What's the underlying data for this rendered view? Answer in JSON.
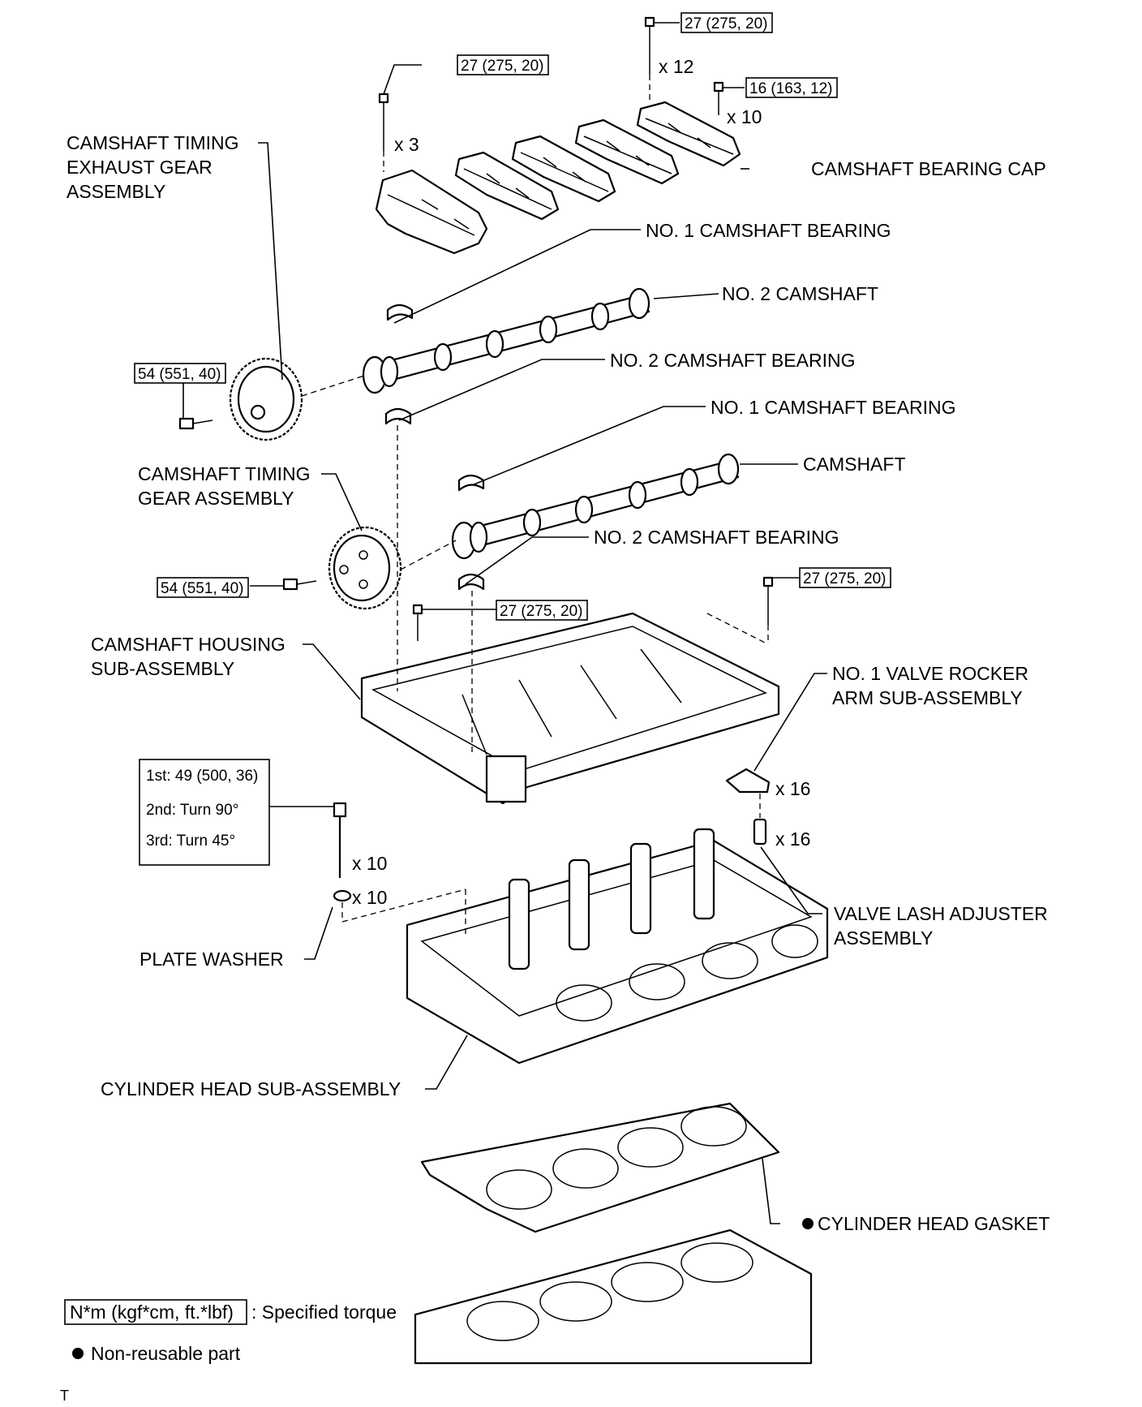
{
  "labels": {
    "camshaft_timing_exhaust_gear": [
      "CAMSHAFT TIMING",
      "EXHAUST GEAR",
      "ASSEMBLY"
    ],
    "camshaft_bearing_cap": "CAMSHAFT BEARING CAP",
    "no1_camshaft_bearing_a": "NO. 1 CAMSHAFT BEARING",
    "no2_camshaft": "NO. 2 CAMSHAFT",
    "no2_camshaft_bearing_a": "NO. 2 CAMSHAFT BEARING",
    "no1_camshaft_bearing_b": "NO. 1 CAMSHAFT BEARING",
    "camshaft": "CAMSHAFT",
    "camshaft_timing_gear": [
      "CAMSHAFT TIMING",
      "GEAR ASSEMBLY"
    ],
    "no2_camshaft_bearing_b": "NO. 2 CAMSHAFT BEARING",
    "camshaft_housing": [
      "CAMSHAFT HOUSING",
      "SUB-ASSEMBLY"
    ],
    "no1_valve_rocker_arm": [
      "NO. 1 VALVE ROCKER",
      "ARM SUB-ASSEMBLY"
    ],
    "valve_lash_adjuster": [
      "VALVE LASH ADJUSTER",
      "ASSEMBLY"
    ],
    "plate_washer": "PLATE WASHER",
    "cylinder_head": "CYLINDER HEAD SUB-ASSEMBLY",
    "cylinder_head_gasket": "CYLINDER HEAD GASKET"
  },
  "torques": {
    "cap_bolt_a": "27 (275, 20)",
    "cap_bolt_b": "27 (275, 20)",
    "cap_bolt_c": "16 (163, 12)",
    "exhaust_gear_bolt": "54 (551, 40)",
    "timing_gear_bolt": "54 (551, 40)",
    "housing_bolt_a": "27 (275, 20)",
    "housing_bolt_b": "27 (275, 20)",
    "head_bolt_steps": [
      "1st: 49 (500, 36)",
      "2nd: Turn 90°",
      "3rd: Turn 45°"
    ]
  },
  "quantities": {
    "cap_bolt_a": "x 3",
    "cap_bolt_b": "x 12",
    "cap_bolt_c": "x 10",
    "rocker_arm": "x 16",
    "lash_adjuster": "x 16",
    "head_bolt": "x 10",
    "plate_washer": "x 10"
  },
  "legend": {
    "torque_unit": "N*m (kgf*cm, ft.*lbf)",
    "torque_desc": ": Specified torque",
    "nonreusable_desc": "Non-reusable part"
  },
  "footer_mark": "T"
}
